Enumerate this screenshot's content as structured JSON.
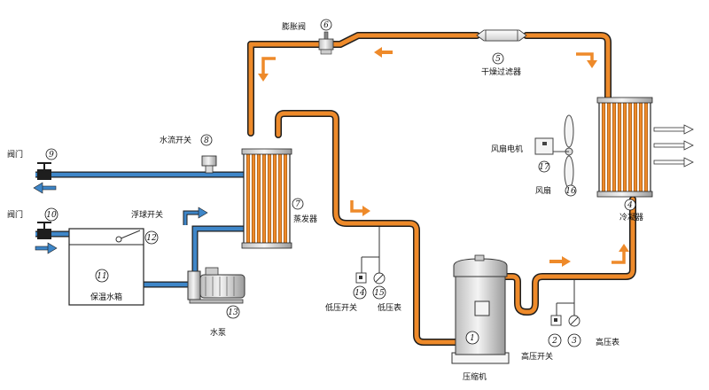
{
  "colors": {
    "refrigerant": "#ee8a2a",
    "water": "#3e86c8",
    "outline": "#1e1e1e"
  },
  "components": {
    "compressor": {
      "num": "1",
      "label": "压缩机"
    },
    "high_pressure_switch": {
      "num": "2",
      "label": "高压开关"
    },
    "high_pressure_gauge": {
      "num": "3",
      "label": "高压表"
    },
    "condenser": {
      "num": "4",
      "label": "冷凝器"
    },
    "filter_drier": {
      "num": "5",
      "label": "干燥过滤器"
    },
    "expansion_valve": {
      "num": "6",
      "label": "膨胀阀"
    },
    "evaporator": {
      "num": "7",
      "label": "蒸发器"
    },
    "flow_switch": {
      "num": "8",
      "label": "水流开关"
    },
    "valve_top": {
      "num": "9",
      "label": "阀门"
    },
    "valve_bottom": {
      "num": "10",
      "label": "阀门"
    },
    "tank": {
      "num": "11",
      "label": "保温水箱"
    },
    "float_switch": {
      "num": "12",
      "label": "浮球开关"
    },
    "pump": {
      "num": "13",
      "label": "水泵"
    },
    "low_pressure_switch": {
      "num": "14",
      "label": "低压开关"
    },
    "low_pressure_gauge": {
      "num": "15",
      "label": "低压表"
    },
    "fan": {
      "num": "16",
      "label": "风扇"
    },
    "fan_motor": {
      "num": "17",
      "label": "风扇电机"
    }
  }
}
